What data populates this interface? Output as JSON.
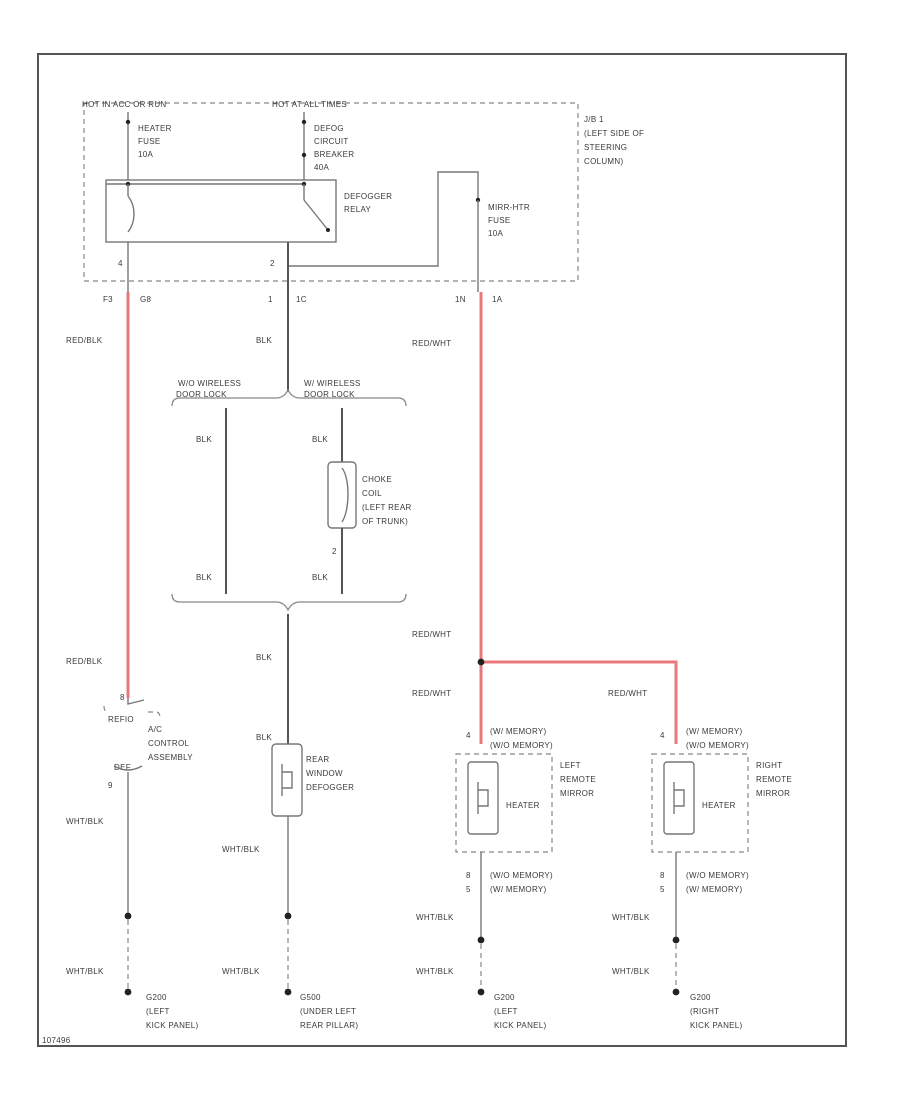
{
  "colors": {
    "wire": "#555555",
    "power_wire": "#e8787c",
    "border": "#555555"
  },
  "fuse_box": {
    "hot_run": "HOT IN ACC OR RUN",
    "hot_always": "HOT AT ALL TIMES",
    "jb": [
      "J/B 1",
      "(LEFT SIDE OF",
      "STEERING",
      "COLUMN)"
    ],
    "heater_fuse": [
      "HEATER",
      "FUSE",
      "10A"
    ],
    "defog_cb": [
      "DEFOG",
      "CIRCUIT",
      "BREAKER",
      "40A"
    ],
    "defogger_relay": [
      "DEFOGGER",
      "RELAY"
    ],
    "mirror_fuse": [
      "MIRR-HTR",
      "FUSE",
      "10A"
    ],
    "pins": {
      "p4": "4",
      "p2": "2",
      "f3": "F3",
      "c1": "1",
      "c1b": "1C",
      "m1": "1N",
      "m2": "1A",
      "g8": "G8"
    }
  },
  "wires": {
    "red_blk": "RED/BLK",
    "red_wht": "RED/WHT",
    "blk": "BLK",
    "wht_blk": "WHT/BLK"
  },
  "door_lock": {
    "without": "W/O WIRELESS DOOR LOCK",
    "with": "W/ WIRELESS DOOR LOCK",
    "choke_coil": [
      "CHOKE",
      "COIL",
      "(LEFT REAR",
      "OF TRUNK)"
    ],
    "pin2": "2"
  },
  "ac_control": {
    "label": [
      "A/C",
      "CONTROL",
      "ASSEMBLY"
    ],
    "pin8": "8",
    "pin9": "9",
    "name_top": "REFIO",
    "name_bot": "DEF"
  },
  "rear_defogger": {
    "label": [
      "REAR",
      "WINDOW",
      "DEFOGGER"
    ]
  },
  "mirrors": [
    {
      "label": [
        "LEFT",
        "REMOTE",
        "MIRROR"
      ],
      "top": [
        "(W/ MEMORY)",
        "(W/O MEMORY)"
      ],
      "bottom": [
        "(W/O MEMORY)",
        "(W/ MEMORY)"
      ],
      "heater": "HEATER",
      "pin_top": "4",
      "pins_bot": [
        "8",
        "5"
      ]
    },
    {
      "label": [
        "RIGHT",
        "REMOTE",
        "MIRROR"
      ],
      "top": [
        "(W/ MEMORY)",
        "(W/O MEMORY)"
      ],
      "bottom": [
        "(W/O MEMORY)",
        "(W/ MEMORY)"
      ],
      "heater": "HEATER",
      "pin_top": "4",
      "pins_bot": [
        "8",
        "5"
      ]
    }
  ],
  "grounds": [
    {
      "id": "G200",
      "loc": [
        "(LEFT",
        "KICK PANEL)"
      ]
    },
    {
      "id": "G500",
      "loc": [
        "(UNDER LEFT",
        "REAR PILLAR)"
      ]
    },
    {
      "id": "G200",
      "loc": [
        "(LEFT",
        "KICK PANEL)"
      ]
    },
    {
      "id": "G200",
      "loc": [
        "(RIGHT",
        "KICK PANEL)"
      ]
    }
  ],
  "footer_code": "107496"
}
